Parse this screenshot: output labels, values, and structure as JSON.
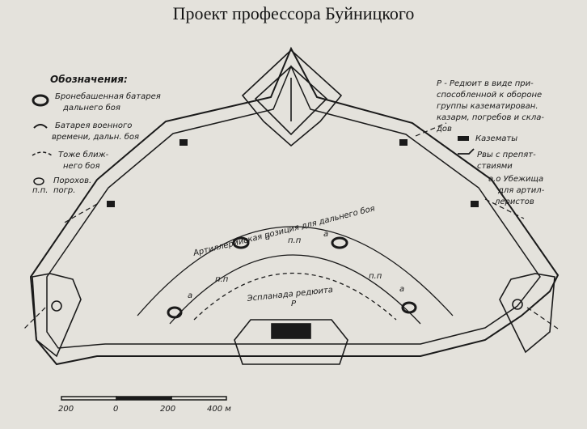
{
  "title": "Проект профессора Буйницкого",
  "legend_left": {
    "heading": "Обозначения:",
    "items": [
      {
        "line1": "Бронебашенная батарея",
        "line2": "дальнего боя"
      },
      {
        "line1": "Батарея военного",
        "line2": "времени, дальн. боя"
      },
      {
        "line1": "Тоже ближ-",
        "line2": "него боя"
      },
      {
        "line1": "Порохов.",
        "line2": "погр.",
        "marker": "п.п."
      }
    ]
  },
  "legend_right": {
    "redoubt": [
      "Р - Редюит в виде при-",
      "способленной к обороне",
      "группы казематирован.",
      "казарм, погребов и скла-",
      "дов"
    ],
    "casemates": "Казематы",
    "ditches": [
      "Рвы с препят-",
      "ствиями"
    ],
    "shelters": [
      "а.о Убежища",
      "для артил-",
      "леристов"
    ]
  },
  "labels": {
    "artillery_position": "Артиллерийская позиция для дальнего боя",
    "esplanade": "Эспланада редюита",
    "redoubt_letter": "Р",
    "powder_mag": "п.п",
    "shelter_mark": "а"
  },
  "scale": {
    "ticks": [
      "200",
      "0",
      "200",
      "400 м"
    ]
  },
  "colors": {
    "ink": "#1a1a1a",
    "paper": "#e4e2dc"
  }
}
